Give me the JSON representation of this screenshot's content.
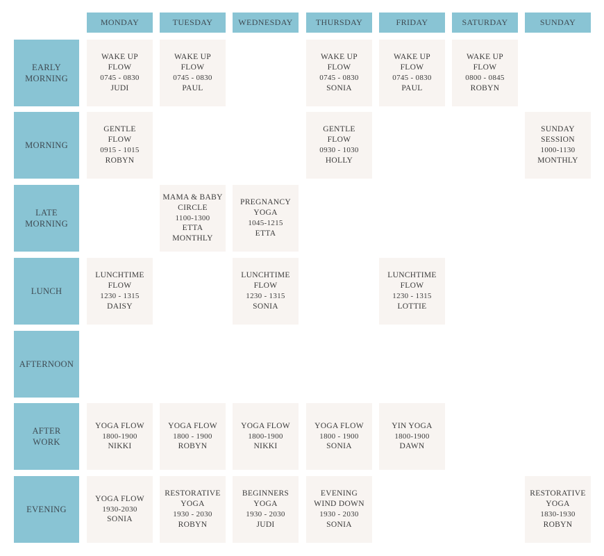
{
  "days": [
    "MONDAY",
    "TUESDAY",
    "WEDNESDAY",
    "THURSDAY",
    "FRIDAY",
    "SATURDAY",
    "SUNDAY"
  ],
  "slots": [
    {
      "key": "early-morning",
      "lines": [
        "EARLY",
        "MORNING"
      ]
    },
    {
      "key": "morning",
      "lines": [
        "MORNING"
      ]
    },
    {
      "key": "late-morning",
      "lines": [
        "LATE",
        "MORNING"
      ]
    },
    {
      "key": "lunch",
      "lines": [
        "LUNCH"
      ]
    },
    {
      "key": "afternoon",
      "lines": [
        "AFTERNOON"
      ]
    },
    {
      "key": "after-work",
      "lines": [
        "AFTER",
        "WORK"
      ]
    },
    {
      "key": "evening",
      "lines": [
        "EVENING"
      ]
    }
  ],
  "classes": [
    {
      "slot": 0,
      "day": 0,
      "title": [
        "WAKE UP",
        "FLOW"
      ],
      "time": "0745 - 0830",
      "teacher": "JUDI",
      "extra": ""
    },
    {
      "slot": 0,
      "day": 1,
      "title": [
        "WAKE UP",
        "FLOW"
      ],
      "time": "0745 - 0830",
      "teacher": "PAUL",
      "extra": ""
    },
    {
      "slot": 0,
      "day": 3,
      "title": [
        "WAKE UP FLOW"
      ],
      "time": "0745 - 0830",
      "teacher": "SONIA",
      "extra": ""
    },
    {
      "slot": 0,
      "day": 4,
      "title": [
        "WAKE UP FLOW"
      ],
      "time": "0745 - 0830",
      "teacher": "PAUL",
      "extra": ""
    },
    {
      "slot": 0,
      "day": 5,
      "title": [
        "WAKE UP FLOW"
      ],
      "time": "0800 - 0845",
      "teacher": "ROBYN",
      "extra": ""
    },
    {
      "slot": 1,
      "day": 0,
      "title": [
        "GENTLE",
        "FLOW"
      ],
      "time": "0915 - 1015",
      "teacher": "ROBYN",
      "extra": ""
    },
    {
      "slot": 1,
      "day": 3,
      "title": [
        "GENTLE",
        "FLOW"
      ],
      "time": "0930 - 1030",
      "teacher": "HOLLY",
      "extra": ""
    },
    {
      "slot": 1,
      "day": 6,
      "title": [
        "SUNDAY",
        "SESSION"
      ],
      "time": "1000-1130",
      "teacher": "MONTHLY",
      "extra": ""
    },
    {
      "slot": 2,
      "day": 1,
      "title": [
        "MAMA & BABY",
        "CIRCLE"
      ],
      "time": "1100-1300",
      "teacher": "ETTA",
      "extra": "MONTHLY"
    },
    {
      "slot": 2,
      "day": 2,
      "title": [
        "PREGNANCY",
        "YOGA"
      ],
      "time": "1045-1215",
      "teacher": "ETTA",
      "extra": ""
    },
    {
      "slot": 3,
      "day": 0,
      "title": [
        "LUNCHTIME",
        "FLOW"
      ],
      "time": "1230 - 1315",
      "teacher": "DAISY",
      "extra": ""
    },
    {
      "slot": 3,
      "day": 2,
      "title": [
        "LUNCHTIME",
        "FLOW"
      ],
      "time": "1230 - 1315",
      "teacher": "SONIA",
      "extra": ""
    },
    {
      "slot": 3,
      "day": 4,
      "title": [
        "LUNCHTIME",
        "FLOW"
      ],
      "time": "1230 - 1315",
      "teacher": "LOTTIE",
      "extra": ""
    },
    {
      "slot": 5,
      "day": 0,
      "title": [
        "YOGA FLOW"
      ],
      "time": "1800-1900",
      "teacher": "NIKKI",
      "extra": ""
    },
    {
      "slot": 5,
      "day": 1,
      "title": [
        "YOGA FLOW"
      ],
      "time": "1800 - 1900",
      "teacher": "ROBYN",
      "extra": ""
    },
    {
      "slot": 5,
      "day": 2,
      "title": [
        "YOGA FLOW"
      ],
      "time": "1800-1900",
      "teacher": "NIKKI",
      "extra": ""
    },
    {
      "slot": 5,
      "day": 3,
      "title": [
        "YOGA FLOW"
      ],
      "time": "1800 - 1900",
      "teacher": "SONIA",
      "extra": ""
    },
    {
      "slot": 5,
      "day": 4,
      "title": [
        "YIN YOGA"
      ],
      "time": "1800-1900",
      "teacher": "DAWN",
      "extra": ""
    },
    {
      "slot": 6,
      "day": 0,
      "title": [
        "YOGA FLOW"
      ],
      "time": "1930-2030",
      "teacher": "SONIA",
      "extra": ""
    },
    {
      "slot": 6,
      "day": 1,
      "title": [
        "RESTORATIVE",
        "YOGA"
      ],
      "time": "1930 - 2030",
      "teacher": "ROBYN",
      "extra": ""
    },
    {
      "slot": 6,
      "day": 2,
      "title": [
        "BEGINNERS",
        "YOGA"
      ],
      "time": "1930 - 2030",
      "teacher": "JUDI",
      "extra": ""
    },
    {
      "slot": 6,
      "day": 3,
      "title": [
        "EVENING",
        "WIND DOWN"
      ],
      "time": "1930 - 2030",
      "teacher": "SONIA",
      "extra": ""
    },
    {
      "slot": 6,
      "day": 6,
      "title": [
        "RESTORATIVE",
        "YOGA"
      ],
      "time": "1830-1930",
      "teacher": "ROBYN",
      "extra": ""
    }
  ],
  "colors": {
    "accent": "#89c4d4",
    "card": "#f8f4f1",
    "text": "#3a3a3a"
  }
}
